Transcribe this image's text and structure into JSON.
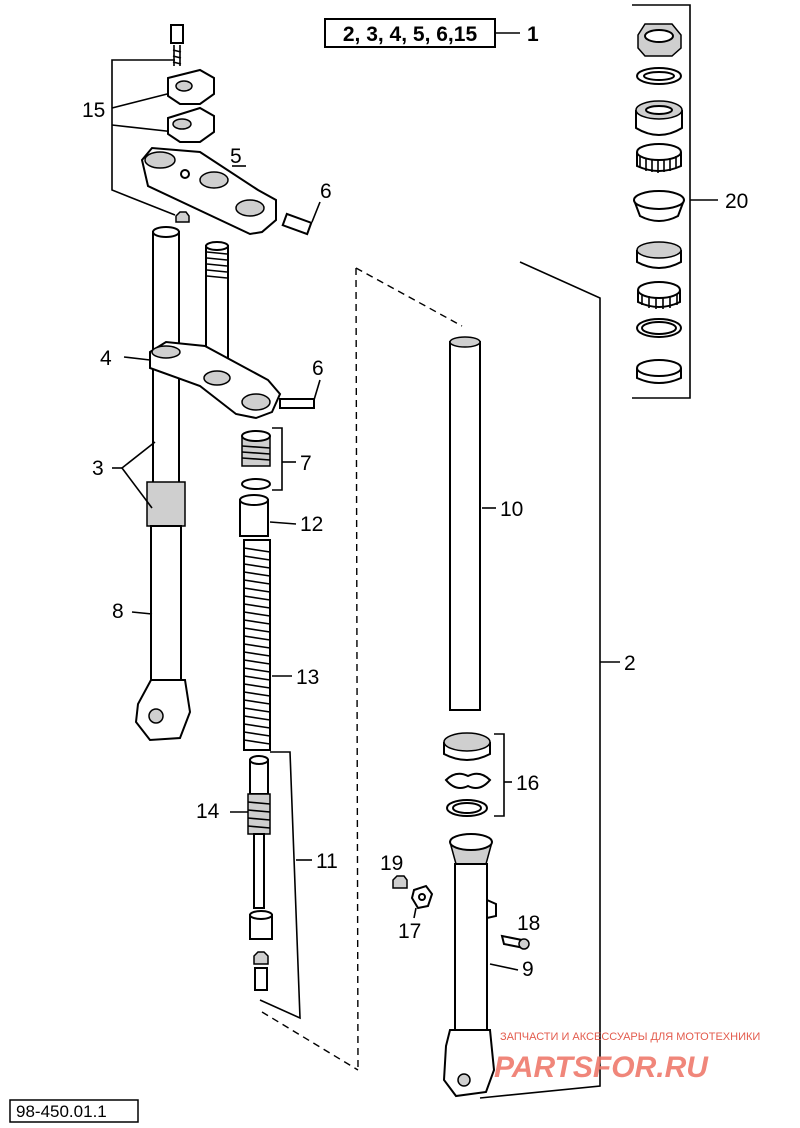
{
  "assembly_box": {
    "text": "2, 3, 4, 5, 6,15",
    "number": "1"
  },
  "callouts": {
    "c2": "2",
    "c3": "3",
    "c4": "4",
    "c5": "5",
    "c6a": "6",
    "c6b": "6",
    "c7": "7",
    "c8": "8",
    "c9": "9",
    "c10": "10",
    "c11": "11",
    "c12": "12",
    "c13": "13",
    "c14": "14",
    "c15": "15",
    "c16": "16",
    "c17": "17",
    "c18": "18",
    "c19": "19",
    "c20": "20"
  },
  "reference": "98-450.01.1",
  "watermark": {
    "line1": "ЗАПЧАСТИ И АКСЕССУАРЫ ДЛЯ МОТОТЕХНИКИ",
    "line2": "PARTSFOR.RU"
  }
}
